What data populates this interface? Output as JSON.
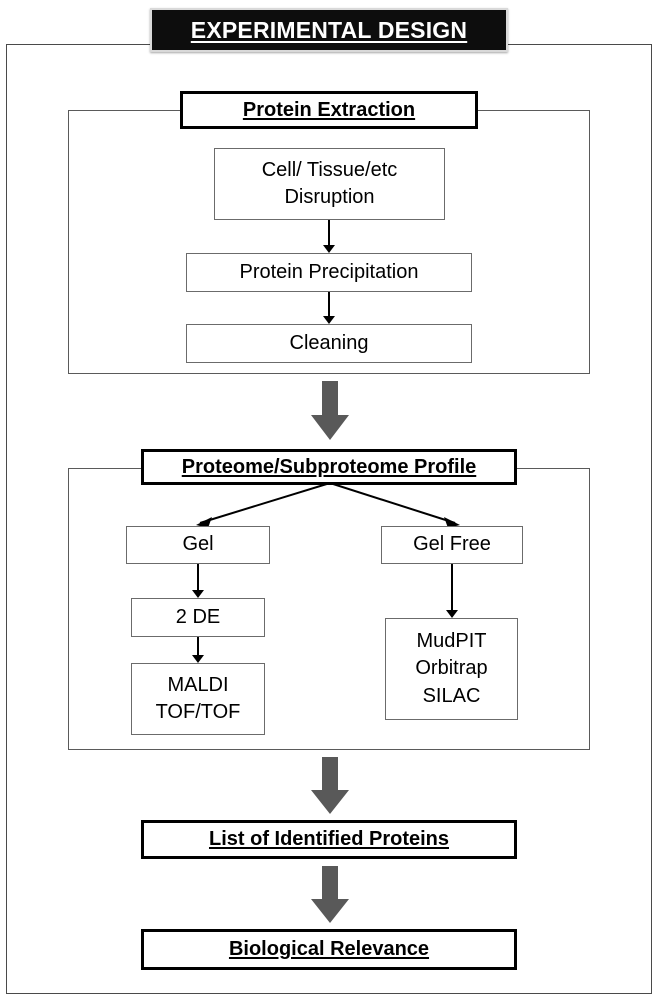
{
  "title": {
    "text": "EXPERIMENTAL DESIGN"
  },
  "sections": [
    {
      "id": "protein-extraction",
      "header": "Protein Extraction",
      "steps": [
        {
          "id": "disruption",
          "lines": [
            "Cell/ Tissue/etc",
            "Disruption"
          ]
        },
        {
          "id": "precipitation",
          "lines": [
            "Protein Precipitation"
          ]
        },
        {
          "id": "cleaning",
          "lines": [
            "Cleaning"
          ]
        }
      ]
    },
    {
      "id": "proteome-profile",
      "header": "Proteome/Subproteome Profile",
      "branches": [
        {
          "id": "gel",
          "label": "Gel",
          "steps": [
            {
              "id": "2de",
              "lines": [
                "2 DE"
              ]
            },
            {
              "id": "maldi",
              "lines": [
                "MALDI",
                "TOF/TOF"
              ]
            }
          ]
        },
        {
          "id": "gel-free",
          "label": "Gel Free",
          "steps": [
            {
              "id": "gelfree-tech",
              "lines": [
                "MudPIT",
                "Orbitrap",
                "SILAC"
              ]
            }
          ]
        }
      ]
    }
  ],
  "outcomes": [
    {
      "id": "list-proteins",
      "label": "List of Identified Proteins"
    },
    {
      "id": "biological-relevance",
      "label": "Biological Relevance"
    }
  ],
  "colors": {
    "title_background": "#0d0d0d",
    "title_text": "#ffffff",
    "block_arrow": "#595959",
    "box_border": "#000000",
    "thin_border": "#6b6b6b",
    "frame": "#4a4a4a",
    "page_background": "#ffffff"
  },
  "icons": {
    "block_arrow": "down-block-arrow-icon",
    "thin_arrow": "down-arrow-icon",
    "branch_arrow": "branch-arrow-icon"
  }
}
